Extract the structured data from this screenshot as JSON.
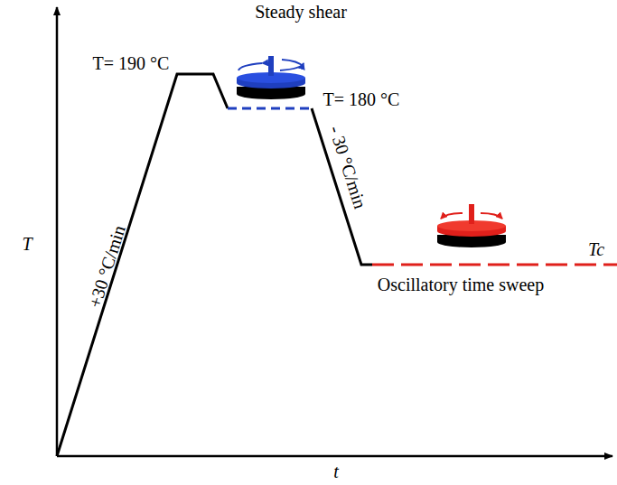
{
  "diagram": {
    "labels": [
      "Steady shear",
      "T= 190 °C",
      "T= 180 °C",
      "+30 °C/min",
      "- 30 °C/min",
      "Tc",
      "Oscillatory time sweep",
      "T",
      "t"
    ]
  }
}
